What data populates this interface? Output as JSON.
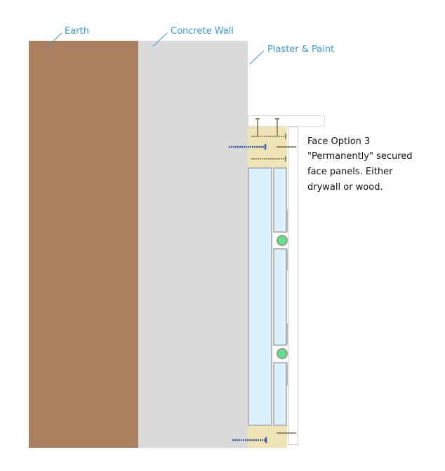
{
  "labels": {
    "earth": "Earth",
    "concrete": "Concrete Wall",
    "plaster": "Plaster & Paint"
  },
  "note": {
    "lines": [
      "Face Option 3",
      "\"Permanently\" secured",
      "face panels. Either",
      "drywall or wood."
    ]
  },
  "colors": {
    "earth": "#ab8060",
    "concrete": "#dadada",
    "wood_block": "#efe4b6",
    "panel": "#daf0fc",
    "label": "#3a9ad9",
    "screw": "#3a5fa8",
    "connector": "#5ee38a"
  }
}
